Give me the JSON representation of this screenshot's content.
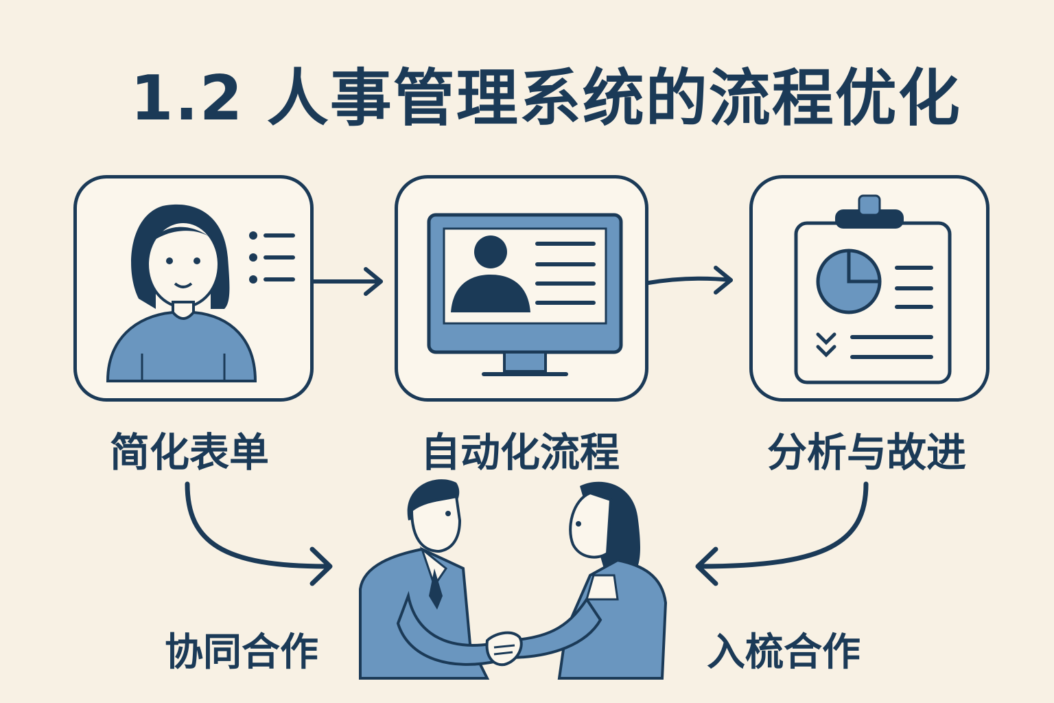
{
  "title": "1.2 人事管理系统的流程优化",
  "steps": [
    {
      "label": "简化表单",
      "icon": "person-form-icon"
    },
    {
      "label": "自动化流程",
      "icon": "computer-profile-icon"
    },
    {
      "label": "分析与故进",
      "icon": "clipboard-chart-icon"
    }
  ],
  "bottom": {
    "left_label": "协同合作",
    "right_label": "入梳合作",
    "icon": "handshake-icon"
  },
  "colors": {
    "background": "#f8f1e4",
    "ink": "#1b3a57",
    "fill": "#6a96bf"
  }
}
